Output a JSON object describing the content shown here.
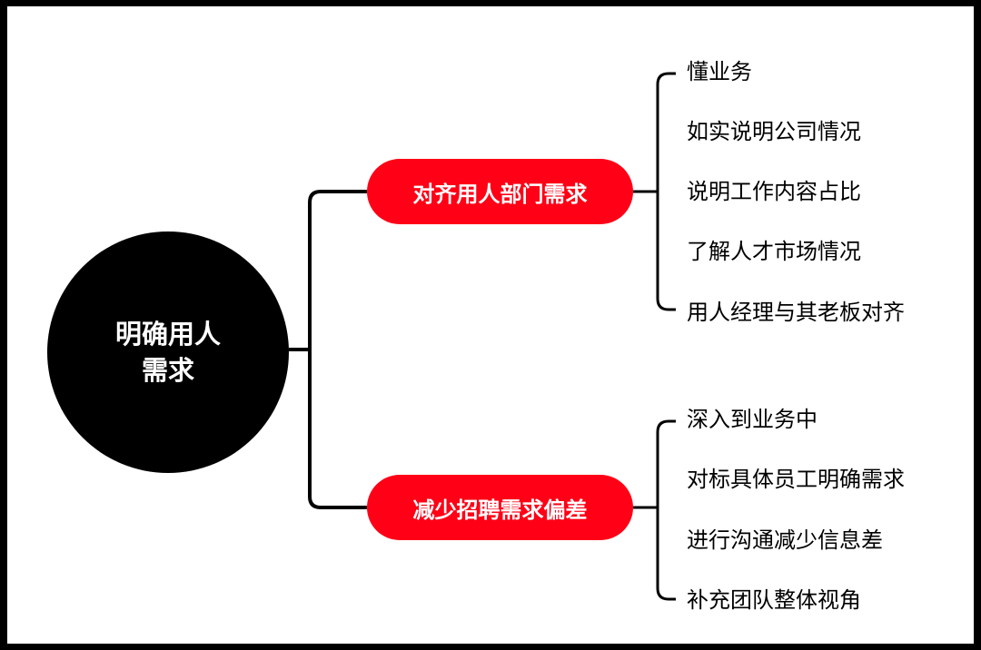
{
  "root": {
    "label_line1": "明确用人",
    "label_line2": "需求"
  },
  "branches": [
    {
      "label": "对齐用人部门需求",
      "items": [
        "懂业务",
        "如实说明公司情况",
        "说明工作内容占比",
        "了解人才市场情况",
        "用人经理与其老板对齐"
      ]
    },
    {
      "label": "减少招聘需求偏差",
      "items": [
        "深入到业务中",
        "对标具体员工明确需求",
        "进行沟通减少信息差",
        "补充团队整体视角"
      ]
    }
  ],
  "colors": {
    "branch_fill": "#ff0016",
    "root_fill": "#000000",
    "line": "#000000",
    "frame_border": "#000000"
  }
}
